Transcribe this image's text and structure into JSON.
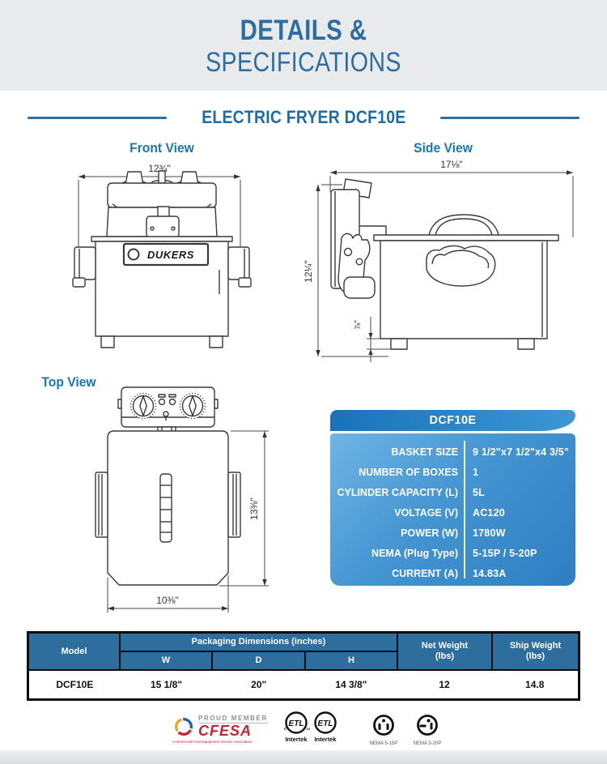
{
  "header": {
    "title_line1": "DETAILS &",
    "title_line2": "SPECIFICATIONS"
  },
  "section": {
    "title": "ELECTRIC FRYER DCF10E"
  },
  "views": {
    "front": {
      "label": "Front View",
      "dim_width": "12¾\""
    },
    "side": {
      "label": "Side View",
      "dim_width": "17⅛\"",
      "dim_height": "12¼\"",
      "dim_leg": "⅞\""
    },
    "top": {
      "label": "Top View",
      "dim_height": "13⅜\"",
      "dim_width": "10⅜\""
    }
  },
  "brand": {
    "logo_text": "DUKERS"
  },
  "spec_card": {
    "title": "DCF10E",
    "rows": [
      {
        "label": "BASKET SIZE",
        "value": "9 1/2\"x7 1/2\"x4 3/5\""
      },
      {
        "label": "NUMBER OF BOXES",
        "value": "1"
      },
      {
        "label": "CYLINDER CAPACITY (L)",
        "value": "5L"
      },
      {
        "label": "VOLTAGE (V)",
        "value": "AC120"
      },
      {
        "label": "POWER (W)",
        "value": "1780W"
      },
      {
        "label": "NEMA (Plug Type)",
        "value": "5-15P / 5-20P"
      },
      {
        "label": "CURRENT (A)",
        "value": "14.83A"
      }
    ]
  },
  "packaging_table": {
    "model_header": "Model",
    "group_header": "Packaging Dimensions (inches)",
    "sub_headers": [
      "W",
      "D",
      "H"
    ],
    "net_weight": {
      "line1": "Net Weight",
      "line2": "(lbs)"
    },
    "ship_weight": {
      "line1": "Ship Weight",
      "line2": "(lbs)"
    },
    "row": {
      "model": "DCF10E",
      "w": "15 1/8\"",
      "d": "20\"",
      "h": "14 3/8\"",
      "net": "12",
      "ship": "14.8"
    }
  },
  "footer": {
    "cfesa": {
      "member": "PROUD MEMBER",
      "name": "CFESA",
      "tagline": "Commercial Food Equipment Service Association"
    },
    "etl": {
      "text": "ETL",
      "sub": "Intertek",
      "left_mark": "c",
      "right_mark": "us"
    },
    "plugs": [
      {
        "label": "NEMA 5-15P"
      },
      {
        "label": "NEMA 5-20P"
      }
    ]
  },
  "colors": {
    "heading_blue": "#2c6da2",
    "accent_line_blue": "#2a6fa8",
    "view_label_blue": "#1878b4",
    "card_header_gradient": [
      "#1a72ba",
      "#3d97d4"
    ],
    "card_body_gradient": [
      "#6fb5e6",
      "#2d7ec2"
    ],
    "table_header_blue": "#2e6e9e",
    "cfesa_red": "#c6232e",
    "band_gray": "#e9eaec"
  }
}
